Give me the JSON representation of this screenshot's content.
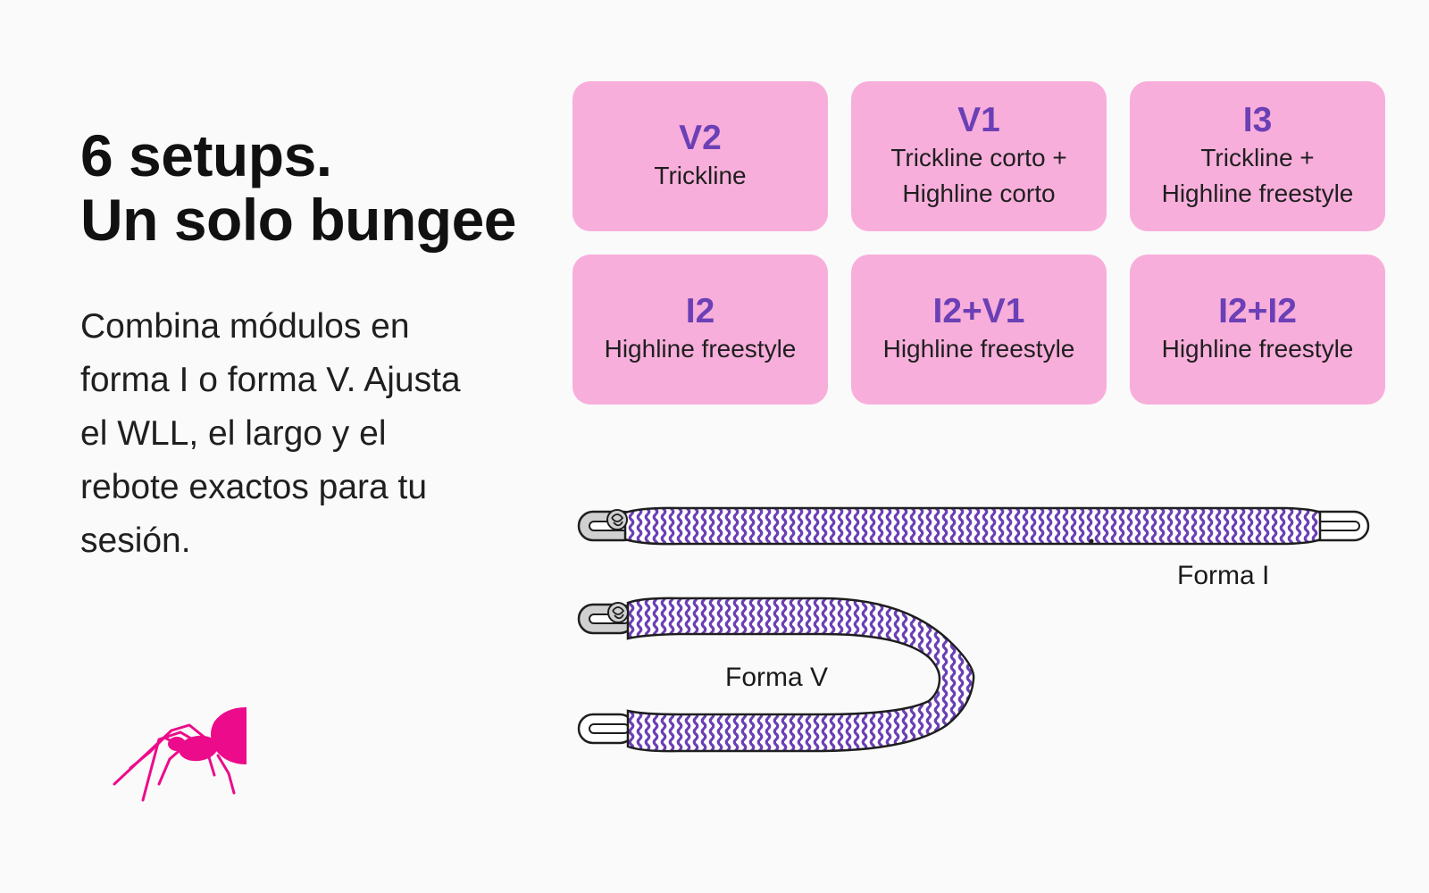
{
  "headline": {
    "line1": "6 setups.",
    "line2": "Un solo bungee"
  },
  "description": "Combina módulos en forma I o forma V. Ajusta el WLL, el largo y el rebote exactos para tu sesión.",
  "setups": [
    {
      "code": "V2",
      "desc": "Trickline"
    },
    {
      "code": "V1",
      "desc": "Trickline corto +\nHighline corto"
    },
    {
      "code": "I3",
      "desc": "Trickline +\nHighline freestyle"
    },
    {
      "code": "I2",
      "desc": "Highline freestyle"
    },
    {
      "code": "I2+V1",
      "desc": "Highline freestyle"
    },
    {
      "code": "I2+I2",
      "desc": "Highline freestyle"
    }
  ],
  "shapes": {
    "forma_i_label": "Forma I",
    "forma_v_label": "Forma V"
  },
  "colors": {
    "card_background": "#f8aedb",
    "code_text": "#6b3fb5",
    "strap_stripe": "#6b3fb5",
    "logo": "#ec0b8b"
  },
  "icons": {
    "logo": "spider-logo-icon",
    "connector": "shackle-knot-icon"
  }
}
